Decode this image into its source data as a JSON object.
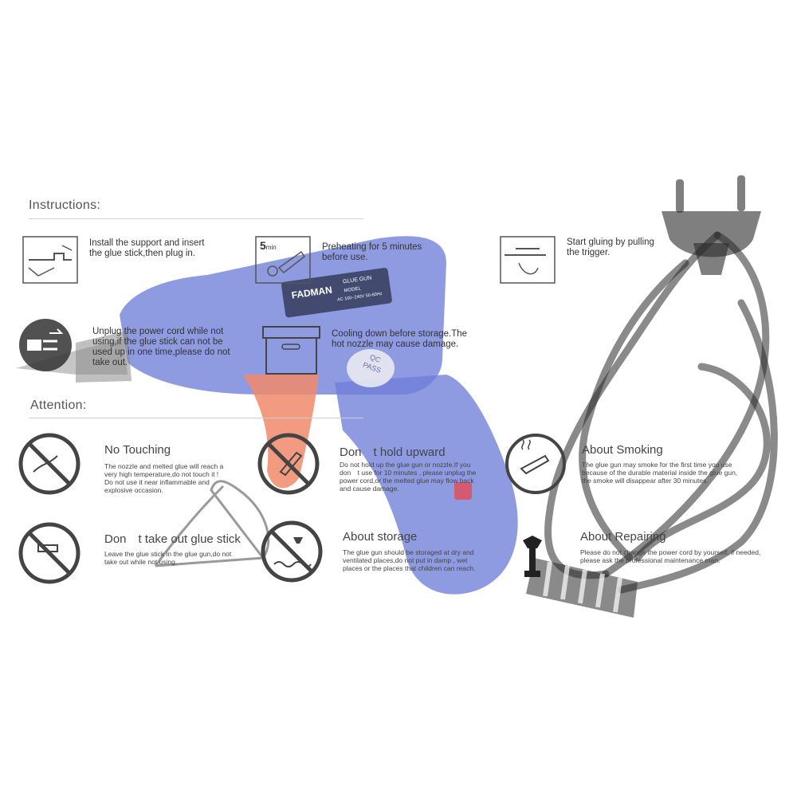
{
  "instructions": {
    "heading": "Instructions:",
    "steps": [
      {
        "icon": "install-icon",
        "text_lines": [
          "Install the support and insert",
          "the glue stick,then plug in."
        ]
      },
      {
        "icon": "preheat-icon",
        "badge": "5",
        "badge_unit": "min",
        "text_lines": [
          "Preheating for 5 minutes",
          "before use."
        ]
      },
      {
        "icon": "trigger-icon",
        "text_lines": [
          "Start gluing by pulling",
          "the trigger."
        ]
      },
      {
        "icon": "unplug-icon",
        "text_lines": [
          "Unplug the power cord while not",
          "using,if the glue stick can not be",
          "used up in one time,please do not",
          "take out."
        ]
      },
      {
        "icon": "storage-box-icon",
        "text_lines": [
          "Cooling down before storage.The",
          "hot nozzle may cause damage."
        ]
      }
    ]
  },
  "attention": {
    "heading": "Attention:",
    "items": [
      {
        "icon": "no-touching-icon",
        "title": "No Touching",
        "body_lines": [
          "The nozzle and melted glue will reach a",
          "very high temperature,do not touch it !",
          "Do not use it near inflammable and",
          "explosive occasion."
        ]
      },
      {
        "icon": "no-upward-icon",
        "title": "Don　t hold upward",
        "body_lines": [
          "Do not hold up the glue gun or nozzle.If you",
          "don　t use for 10 minutes , please unplug the",
          "power cord,or the melted glue may flow back",
          "and cause damage."
        ]
      },
      {
        "icon": "smoking-icon",
        "title": "About Smoking",
        "body_lines": [
          "The glue gun may smoke for the first time you use",
          "because of the durable material inside the glue gun,",
          "the smoke will disappear after 30 minutes."
        ]
      },
      {
        "icon": "no-take-out-icon",
        "title": "Don　t take out glue stick",
        "body_lines": [
          "Leave the glue stick in the glue gun,do not",
          "take out while not using."
        ]
      },
      {
        "icon": "storage-icon",
        "title": "About storage",
        "body_lines": [
          "The glue gun should be storaged at dry and",
          "ventilated places,do not put in damp , wet",
          "places or the places that children can reach."
        ]
      },
      {
        "icon": "repair-icon",
        "title": "About Repairing",
        "body_lines": [
          "Please do not change the power cord by yourself, if needed,",
          "please ask the professional maintenance man."
        ]
      }
    ]
  },
  "product": {
    "brand": "FADMAN",
    "model_name": "GLUE GUN",
    "label_line1": "MODEL",
    "label_line2": "AC 100~240V 50-60Hz",
    "qc_line1": "QC",
    "qc_line2": "PASS",
    "colors": {
      "body": "#6f7fd8",
      "trigger": "#f08a6a",
      "switch": "#e0505a",
      "cord": "#2a2a2a",
      "label": "#2a2f4a"
    }
  }
}
